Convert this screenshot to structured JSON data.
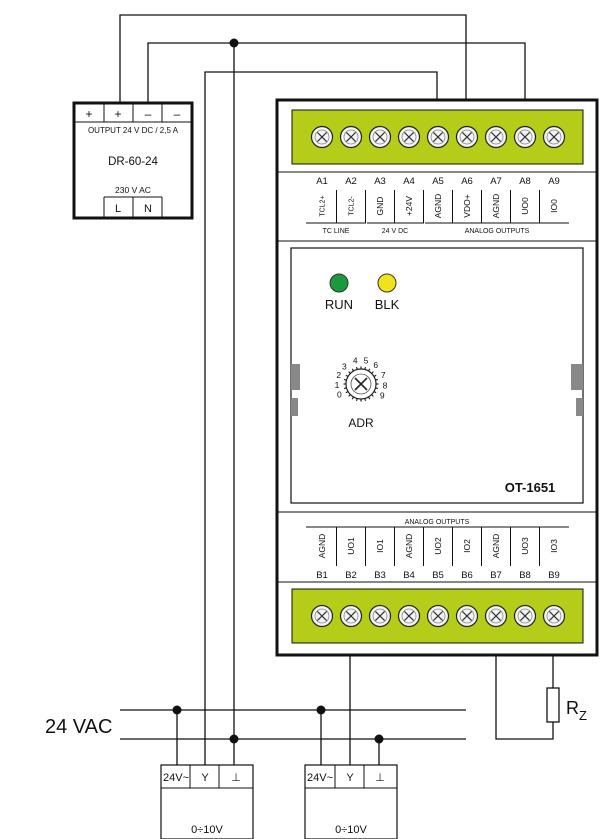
{
  "psu": {
    "terminals": [
      "+",
      "+",
      "–",
      "–"
    ],
    "output": "OUTPUT  24 V DC / 2,5 A",
    "model": "DR-60-24",
    "input": "230 V AC",
    "input_terminals": [
      "L",
      "N"
    ]
  },
  "module": {
    "top_terminal_ids": [
      "A1",
      "A2",
      "A3",
      "A4",
      "A5",
      "A6",
      "A7",
      "A8",
      "A9"
    ],
    "top_signals": [
      "TCL2+",
      "TCL2-",
      "GND",
      "+24V",
      "AGND",
      "VDO+",
      "AGND",
      "UO0",
      "IO0"
    ],
    "top_groups": [
      "TC LINE",
      "24 V DC",
      "ANALOG OUTPUTS"
    ],
    "led_run": "RUN",
    "led_blk": "BLK",
    "dial_digits": [
      "0",
      "1",
      "2",
      "3",
      "4",
      "5",
      "6",
      "7",
      "8",
      "9"
    ],
    "dial_label": "ADR",
    "model": "OT-1651",
    "bottom_group": "ANALOG OUTPUTS",
    "bottom_signals": [
      "AGND",
      "UO1",
      "IO1",
      "AGND",
      "UO2",
      "IO2",
      "AGND",
      "UO3",
      "IO3"
    ],
    "bottom_terminal_ids": [
      "B1",
      "B2",
      "B3",
      "B4",
      "B5",
      "B6",
      "B7",
      "B8",
      "B9"
    ]
  },
  "supply_label": "24 VAC",
  "resistor": {
    "label": "R",
    "subscript": "Z"
  },
  "actuators": [
    {
      "terminals": [
        "24V~",
        "Y",
        "⊥"
      ],
      "range": "0÷10V"
    },
    {
      "terminals": [
        "24V~",
        "Y",
        "⊥"
      ],
      "range": "0÷10V"
    }
  ],
  "colors": {
    "terminal_green": "#b5cc18",
    "led_run": "#1a9a3a",
    "led_blk": "#f2e21a"
  }
}
